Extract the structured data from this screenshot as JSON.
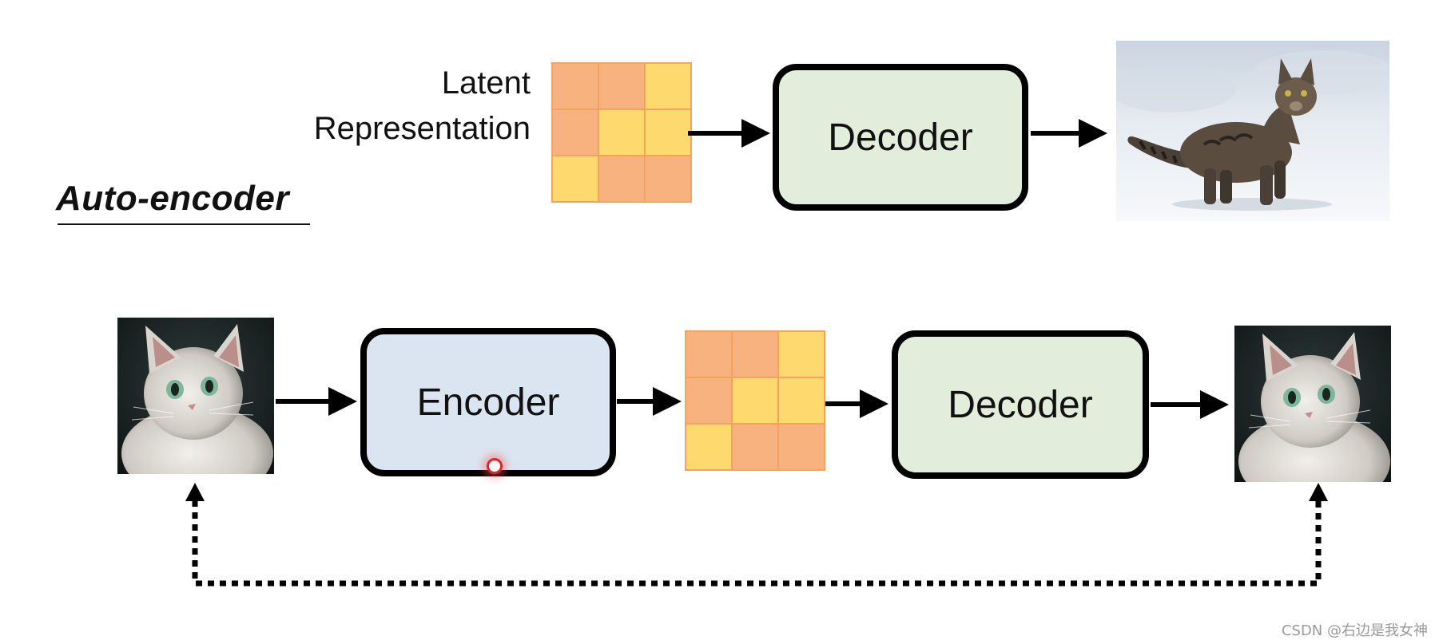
{
  "latent_label": {
    "line1": "Latent",
    "line2": "Representation"
  },
  "title": "Auto-encoder",
  "top_row": {
    "decoder_label": "Decoder"
  },
  "bottom_row": {
    "encoder_label": "Encoder",
    "decoder_label": "Decoder"
  },
  "latent_grid_top": [
    "orange",
    "orange",
    "yellow",
    "orange",
    "yellow",
    "yellow",
    "yellow",
    "orange",
    "orange"
  ],
  "latent_grid_bottom": [
    "orange",
    "orange",
    "yellow",
    "orange",
    "yellow",
    "yellow",
    "yellow",
    "orange",
    "orange"
  ],
  "colors": {
    "grid_orange": "#f8b27f",
    "grid_yellow": "#fed96d",
    "grid_border": "#f2a45e",
    "decoder_fill": "#e2eedb",
    "encoder_fill": "#dbe5f1",
    "pointer": "#e0262c"
  },
  "images": {
    "top_output": "tabby-cat-in-snow",
    "bottom_input": "white-fluffy-cat",
    "bottom_output": "white-fluffy-cat"
  },
  "watermark": "CSDN @右边是我女神"
}
